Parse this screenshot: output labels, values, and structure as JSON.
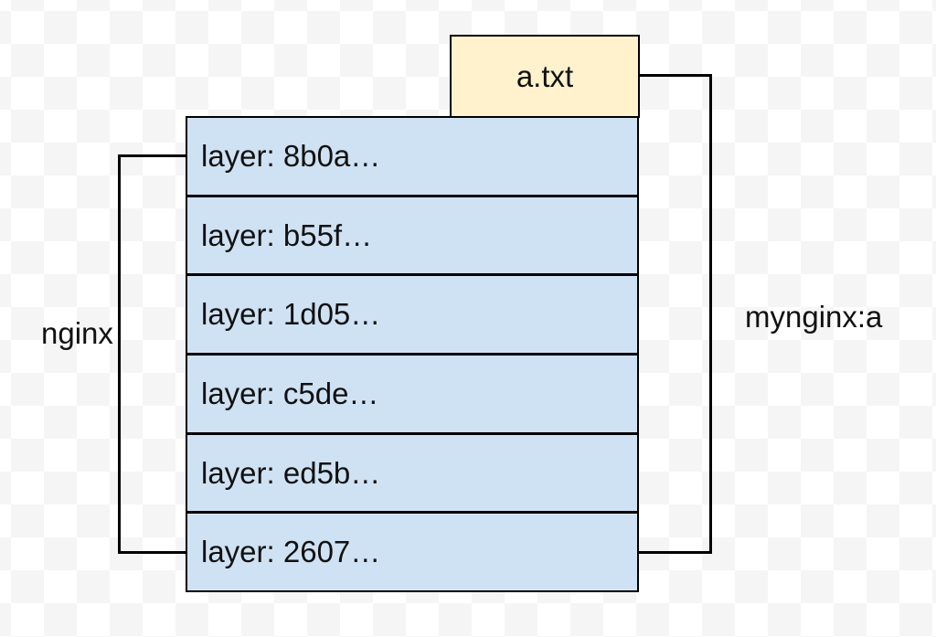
{
  "diagram": {
    "file_box": {
      "label": "a.txt"
    },
    "layers": [
      {
        "label": "layer: 8b0a…"
      },
      {
        "label": "layer: b55f…"
      },
      {
        "label": "layer: 1d05…"
      },
      {
        "label": "layer: c5de…"
      },
      {
        "label": "layer: ed5b…"
      },
      {
        "label": "layer: 2607…"
      }
    ],
    "brackets": {
      "left_label": "nginx",
      "right_label": "mynginx:a"
    },
    "colors": {
      "layer_fill": "#cfe2f3",
      "file_fill": "#fff2cc",
      "line": "#000000",
      "checker_light": "#f5f5f5",
      "checker_white": "#ffffff"
    }
  }
}
